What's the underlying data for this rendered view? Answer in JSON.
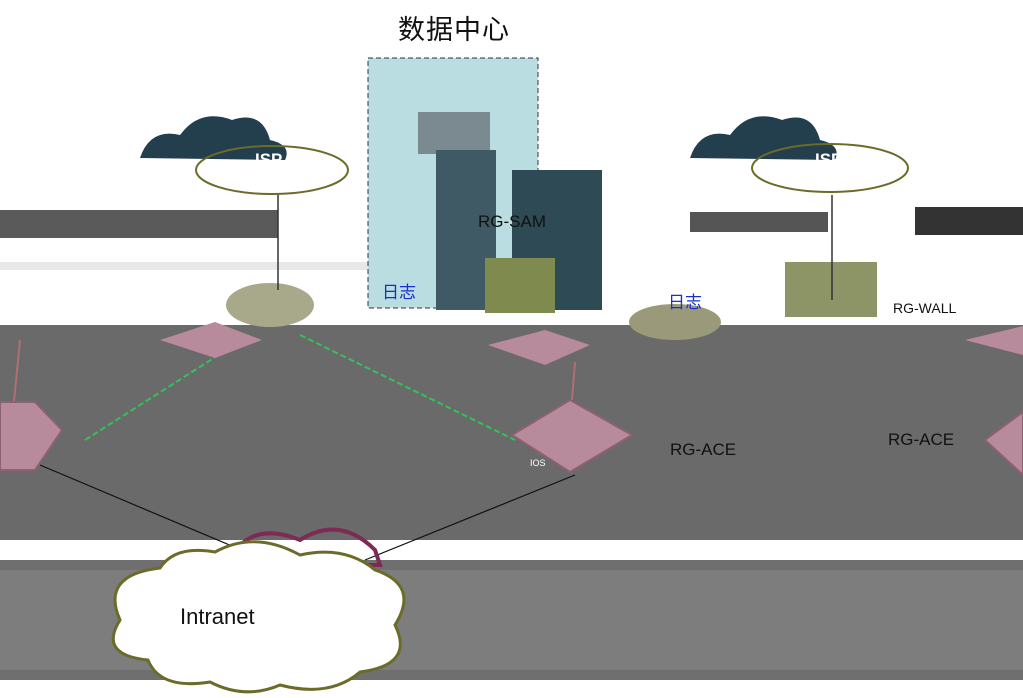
{
  "diagram": {
    "title": "数据中心",
    "isp_left": "ISP",
    "isp_right": "ISP",
    "sam_label": "RG-SAM",
    "log_left": "日志",
    "log_right": "日志",
    "ace_center": "RG-ACE",
    "ace_right": "RG-ACE",
    "router_right": "RG-WALL",
    "intranet": "Intranet",
    "switch_caption": "IOS"
  },
  "colors": {
    "cloud_dark": "#233f4e",
    "cloud_outline": "#6b6b2a",
    "rack_bg": "#b9dde0",
    "device_pink": "#b78a9c",
    "device_pink_dark": "#8e6073",
    "green_link": "#33c25a",
    "gray_band": "#5a5a5a",
    "blue_text": "#1a2ecc"
  }
}
